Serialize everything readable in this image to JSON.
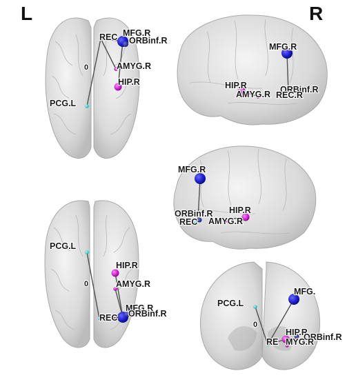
{
  "corners": {
    "left": "L",
    "right": "R"
  },
  "colors": {
    "brain_fill": "#d9d9d9",
    "brain_edge": "#a9a9a9",
    "edge": "#505050",
    "node_blue": "#1f1fd0",
    "node_magenta": "#d020d0",
    "node_cyan": "#20c0c0",
    "node_dark_blue": "#2a2a90"
  },
  "views": {
    "axial_top": {
      "labels": {
        "rec": "REC",
        "mfg": "MFG.R",
        "orb": "ORBinf.R",
        "amyg": "AMYG.R",
        "hip": "HIP.R",
        "pcg": "PCG.L",
        "zero": "0"
      }
    },
    "sagittal_top": {
      "labels": {
        "mfg": "MFG.R",
        "hip": "HIP.R",
        "orb": "ORBinf.R",
        "amyg": "AMYG.R",
        "rec": "REC.R"
      }
    },
    "sagittal_mid": {
      "labels": {
        "mfg": "MFG.R",
        "orb": "ORBinf.R",
        "hip": "HIP.R",
        "rec": "REC",
        "amyg": "AMYG.R"
      }
    },
    "axial_bottom": {
      "labels": {
        "pcg": "PCG.L",
        "hip": "HIP.R",
        "amyg": "AMYG.R",
        "zero": "0",
        "mfg": "MFG.R",
        "rec": "REC",
        "orb": "ORBinf.R"
      }
    },
    "coronal": {
      "labels": {
        "mfg": "MFG.",
        "pcg": "PCG.L",
        "zero": "0",
        "hip": "HIP.R",
        "orb": "ORBinf.R",
        "rec": "RE",
        "amyg": "MYG.R"
      }
    }
  }
}
